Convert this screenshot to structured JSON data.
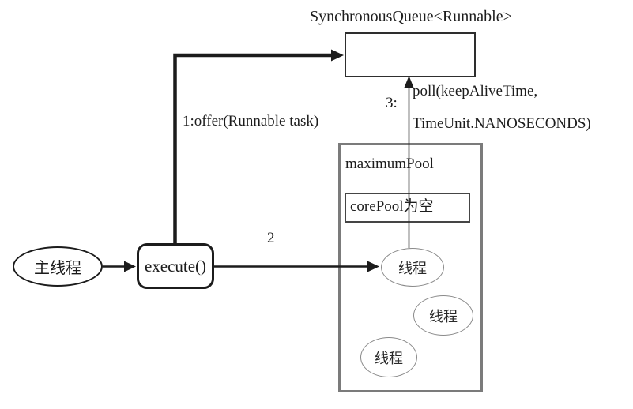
{
  "title": "SynchronousQueue<Runnable>",
  "nodes": {
    "main_thread": "主线程",
    "execute": "execute()",
    "maximum_pool": "maximumPool",
    "core_pool": "corePool为空",
    "thread": "线程"
  },
  "labels": {
    "offer": "1:offer(Runnable task)",
    "step2": "2",
    "step3": "3:",
    "poll_line1": "poll(keepAliveTime,",
    "poll_line2": "TimeUnit.NANOSECONDS)"
  },
  "colors": {
    "background": "#ffffff",
    "line_dark": "#1c1c1c",
    "queue_border": "#2e2e2e",
    "pool_border_gray": "#7b7b7b",
    "core_pool_border": "#454545",
    "thread_border_gray": "#8a8a8a",
    "text": "#1c1c1c"
  }
}
